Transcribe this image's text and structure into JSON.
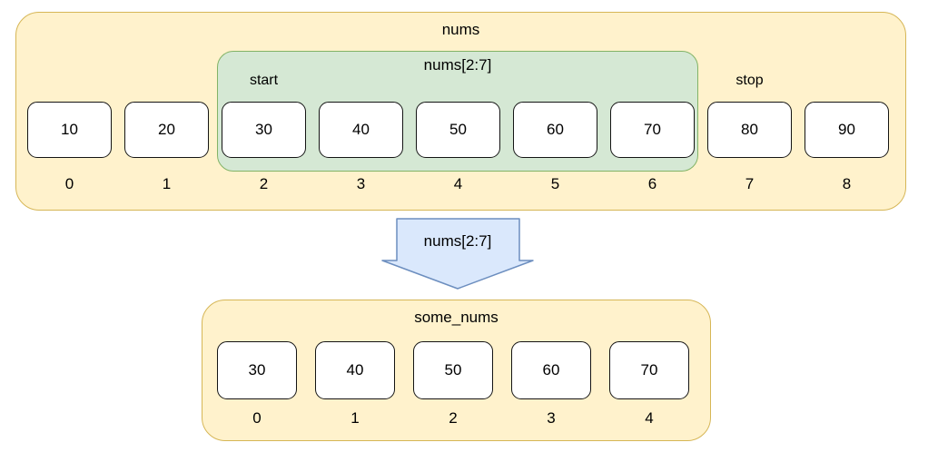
{
  "colors": {
    "container_fill": "#fff2cc",
    "container_stroke": "#d6b656",
    "slice_fill": "#d5e8d4",
    "slice_stroke": "#82b366",
    "arrow_fill": "#dae8fc",
    "arrow_stroke": "#6c8ebf",
    "cell_fill": "#ffffff",
    "cell_stroke": "#141414",
    "text": "#000000"
  },
  "top_list": {
    "title": "nums",
    "slice_label": "nums[2:7]",
    "start_label": "start",
    "stop_label": "stop",
    "cells": [
      {
        "value": "10",
        "index": "0",
        "in_slice": false
      },
      {
        "value": "20",
        "index": "1",
        "in_slice": false
      },
      {
        "value": "30",
        "index": "2",
        "in_slice": true
      },
      {
        "value": "40",
        "index": "3",
        "in_slice": true
      },
      {
        "value": "50",
        "index": "4",
        "in_slice": true
      },
      {
        "value": "60",
        "index": "5",
        "in_slice": true
      },
      {
        "value": "70",
        "index": "6",
        "in_slice": true
      },
      {
        "value": "80",
        "index": "7",
        "in_slice": false
      },
      {
        "value": "90",
        "index": "8",
        "in_slice": false
      }
    ]
  },
  "arrow": {
    "label": "nums[2:7]"
  },
  "bottom_list": {
    "title": "some_nums",
    "cells": [
      {
        "value": "30",
        "index": "0"
      },
      {
        "value": "40",
        "index": "1"
      },
      {
        "value": "50",
        "index": "2"
      },
      {
        "value": "60",
        "index": "3"
      },
      {
        "value": "70",
        "index": "4"
      }
    ]
  }
}
